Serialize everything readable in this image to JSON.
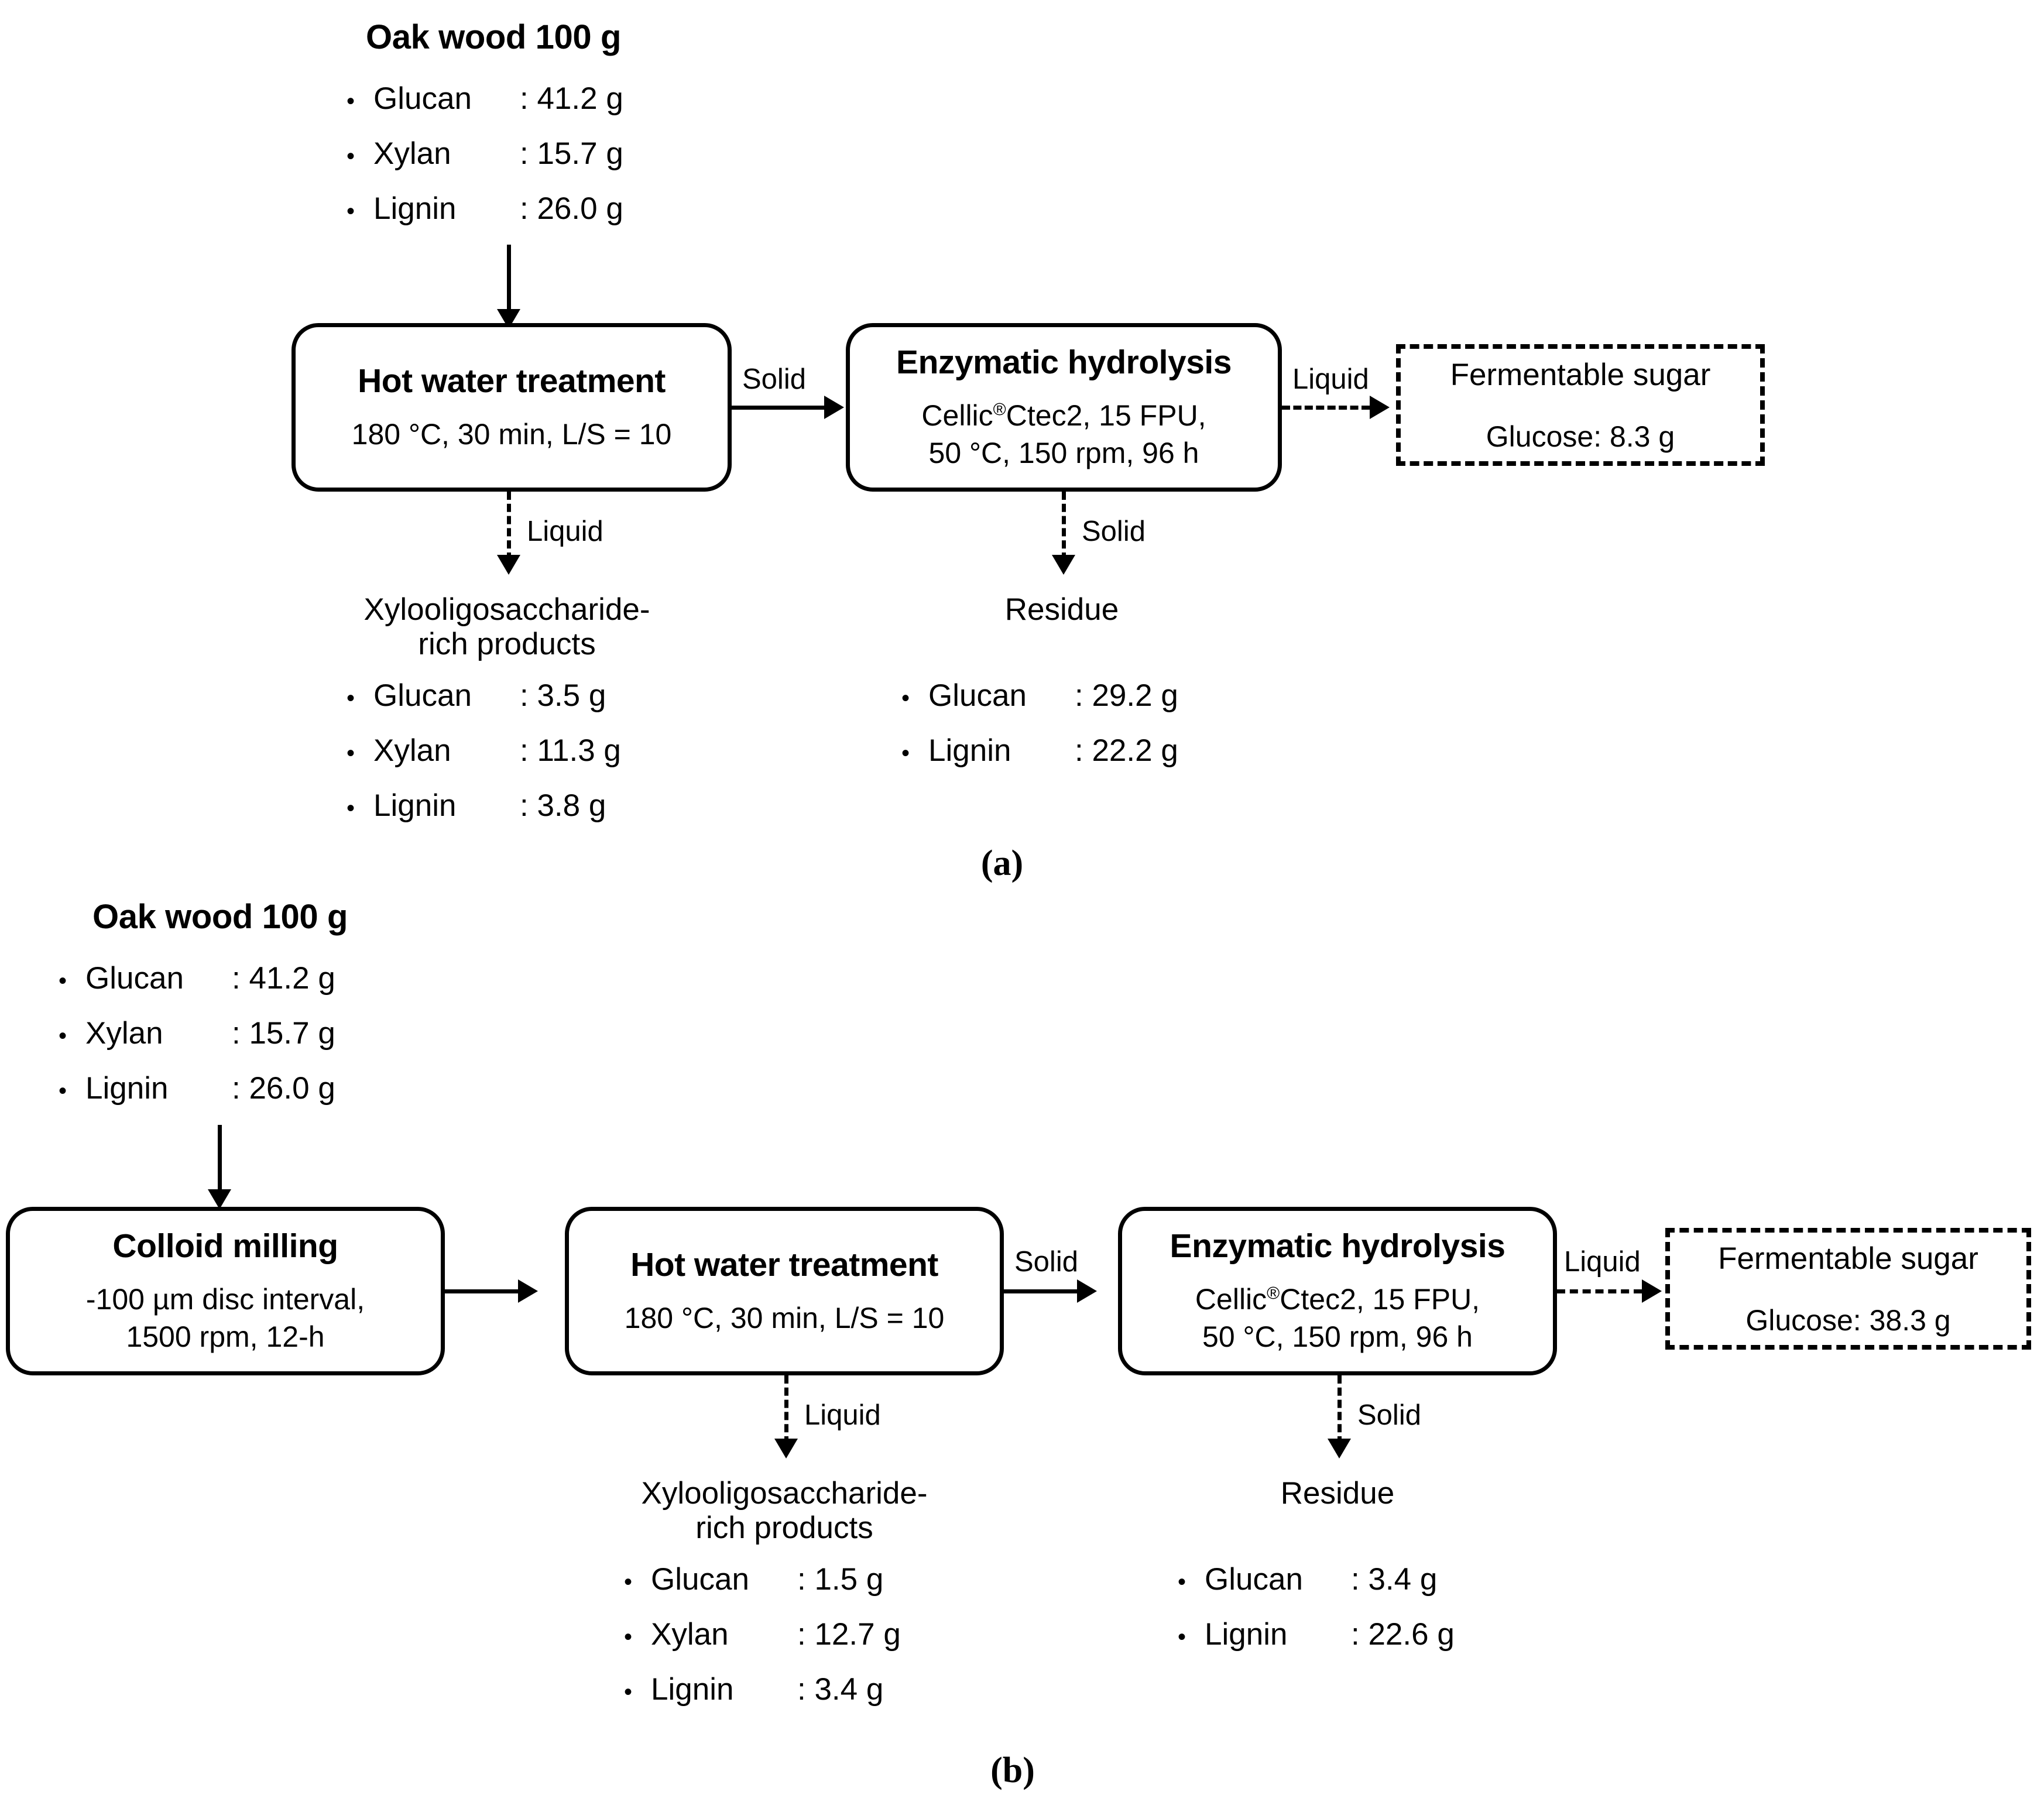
{
  "figure": {
    "panels": [
      {
        "letter": "(a)",
        "feedstock": {
          "title": "Oak wood 100 g",
          "rows": [
            {
              "bullet": "•",
              "name": "Glucan",
              "value": ": 41.2 g"
            },
            {
              "bullet": "•",
              "name": "Xylan",
              "value": ": 15.7 g"
            },
            {
              "bullet": "•",
              "name": "Lignin",
              "value": ": 26.0 g"
            }
          ]
        },
        "process_hwt": {
          "title": "Hot water treatment",
          "conditions": "180 °C, 30 min, L/S = 10"
        },
        "process_eh": {
          "title": "Enzymatic hydrolysis",
          "conditions_line1_pre": "Cellic",
          "conditions_line1_sup": "®",
          "conditions_line1_post": "Ctec2, 15 FPU,",
          "conditions_line2": "50 °C, 150 rpm, 96 h"
        },
        "output_sugar": {
          "title": "Fermentable sugar",
          "value": "Glucose: 8.3 g"
        },
        "xos": {
          "title_line1": "Xylooligosaccharide-",
          "title_line2": "rich products",
          "rows": [
            {
              "bullet": "•",
              "name": "Glucan",
              "value": ": 3.5 g"
            },
            {
              "bullet": "•",
              "name": "Xylan",
              "value": ": 11.3 g"
            },
            {
              "bullet": "•",
              "name": "Lignin",
              "value": ": 3.8 g"
            }
          ]
        },
        "residue": {
          "title": "Residue",
          "rows": [
            {
              "bullet": "•",
              "name": "Glucan",
              "value": ": 29.2 g"
            },
            {
              "bullet": "•",
              "name": "Lignin",
              "value": ": 22.2 g"
            }
          ]
        },
        "edge_labels": {
          "feed_to_hwt": "",
          "hwt_to_eh": "Solid",
          "eh_to_sugar": "Liquid",
          "hwt_to_xos": "Liquid",
          "eh_to_residue": "Solid"
        }
      },
      {
        "letter": "(b)",
        "feedstock": {
          "title": "Oak wood 100 g",
          "rows": [
            {
              "bullet": "•",
              "name": "Glucan",
              "value": ": 41.2 g"
            },
            {
              "bullet": "•",
              "name": "Xylan",
              "value": ": 15.7 g"
            },
            {
              "bullet": "•",
              "name": "Lignin",
              "value": ": 26.0 g"
            }
          ]
        },
        "process_mill": {
          "title": "Colloid milling",
          "conditions_line1": "-100 µm disc interval,",
          "conditions_line2": "1500 rpm, 12-h"
        },
        "process_hwt": {
          "title": "Hot water treatment",
          "conditions": "180 °C, 30 min, L/S = 10"
        },
        "process_eh": {
          "title": "Enzymatic hydrolysis",
          "conditions_line1_pre": "Cellic",
          "conditions_line1_sup": "®",
          "conditions_line1_post": "Ctec2, 15 FPU,",
          "conditions_line2": "50 °C, 150 rpm, 96 h"
        },
        "output_sugar": {
          "title": "Fermentable sugar",
          "value": "Glucose: 38.3 g"
        },
        "xos": {
          "title_line1": "Xylooligosaccharide-",
          "title_line2": "rich products",
          "rows": [
            {
              "bullet": "•",
              "name": "Glucan",
              "value": ": 1.5 g"
            },
            {
              "bullet": "•",
              "name": "Xylan",
              "value": ": 12.7 g"
            },
            {
              "bullet": "•",
              "name": "Lignin",
              "value": ": 3.4 g"
            }
          ]
        },
        "residue": {
          "title": "Residue",
          "rows": [
            {
              "bullet": "•",
              "name": "Glucan",
              "value": ": 3.4 g"
            },
            {
              "bullet": "•",
              "name": "Lignin",
              "value": ": 22.6 g"
            }
          ]
        },
        "edge_labels": {
          "mill_to_hwt": "",
          "hwt_to_eh": "Solid",
          "eh_to_sugar": "Liquid",
          "hwt_to_xos": "Liquid",
          "eh_to_residue": "Solid"
        }
      }
    ],
    "colors": {
      "stroke": "#000000",
      "background": "#ffffff",
      "text": "#000000"
    }
  }
}
